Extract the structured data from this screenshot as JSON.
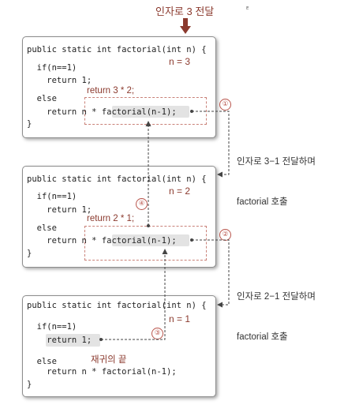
{
  "top_label": "인자로 3 전달",
  "corner_mark": "ᴱ",
  "boxes": [
    {
      "line1": "public static int factorial(int n) {",
      "n_label": "n = 3",
      "line2": "  if(n==1)",
      "line3": "    return 1;",
      "annotation": "return 3 * 2;",
      "line4": "  else",
      "line5": "    return n * factorial(n-1);",
      "line6": "}"
    },
    {
      "line1": "public static int factorial(int n) {",
      "n_label": "n = 2",
      "line2": "  if(n==1)",
      "line3": "    return 1;",
      "annotation": "return 2 * 1;",
      "line4": "  else",
      "line5": "    return n * factorial(n-1);",
      "line6": "}"
    },
    {
      "line1": "public static int factorial(int n) {",
      "n_label": "n = 1",
      "line2": "  if(n==1)",
      "line3": "    return 1;",
      "annotation": "재귀의 끝",
      "line4": "  else",
      "line5": "    return n * factorial(n-1);",
      "line6": "}"
    }
  ],
  "side_notes": [
    {
      "line_a": "인자로 3−1 전달하며",
      "line_b": "factorial 호출"
    },
    {
      "line_a": "인자로 2−1 전달하며",
      "line_b": "factorial 호출"
    }
  ],
  "step_markers": [
    "①",
    "②",
    "③",
    "④"
  ],
  "colors": {
    "annotation": "#8b3a2e",
    "arrow_dark": "#444444",
    "dash": "#c98178",
    "highlight": "#e3e3e3"
  }
}
